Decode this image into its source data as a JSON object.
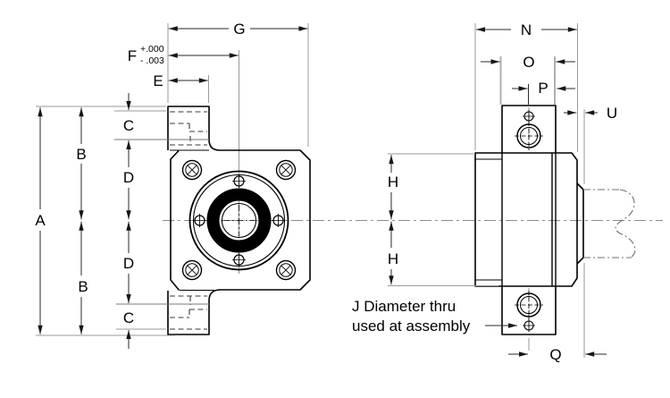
{
  "drawing_type": "engineering dimension drawing, flanged shaft support block, two views",
  "colors": {
    "background": "#ffffff",
    "part_line": "#000000",
    "dimension_line": "#2a2a2a",
    "extension_line": "#9a9a9a",
    "hidden_line": "#3a3a3a",
    "bearing_fill": "#000000"
  },
  "labels": {
    "A": "A",
    "B": "B",
    "C": "C",
    "D": "D",
    "E": "E",
    "F": "F",
    "G": "G",
    "H": "H",
    "N": "N",
    "O": "O",
    "P": "P",
    "Q": "Q",
    "U": "U"
  },
  "tolerances": {
    "F_plus": "+.000",
    "F_minus": "- .003"
  },
  "note": {
    "line1": "J Diameter thru",
    "line2": "used at assembly"
  }
}
